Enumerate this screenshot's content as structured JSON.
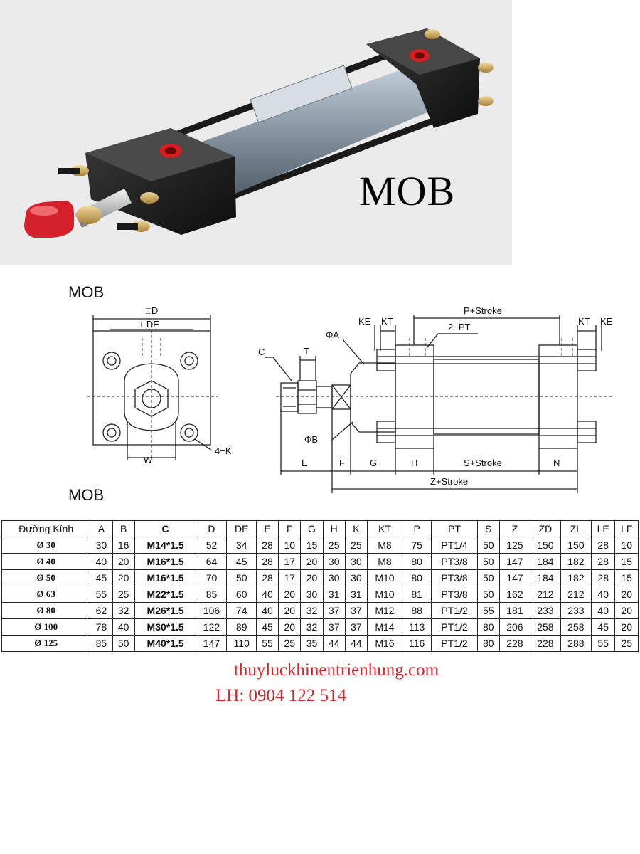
{
  "photo": {
    "title": "MOB"
  },
  "headings": {
    "top": "MOB",
    "bottom": "MOB"
  },
  "drawing": {
    "front_labels": {
      "d": "□D",
      "de": "□DE",
      "w": "W",
      "k": "4−K"
    },
    "side_labels": {
      "c": "C",
      "t": "T",
      "phi_a": "ΦA",
      "phi_b": "ΦB",
      "ke_left": "KE",
      "kt_left": "KT",
      "p_stroke": "P+Stroke",
      "pt": "2−PT",
      "kt_right": "KT",
      "ke_right": "KE",
      "e": "E",
      "f": "F",
      "g": "G",
      "h": "H",
      "s_stroke": "S+Stroke",
      "n": "N",
      "z_stroke": "Z+Stroke"
    }
  },
  "table": {
    "headers": [
      "Đường Kính",
      "A",
      "B",
      "C",
      "D",
      "DE",
      "E",
      "F",
      "G",
      "H",
      "K",
      "KT",
      "P",
      "PT",
      "S",
      "Z",
      "ZD",
      "ZL",
      "LE",
      "LF"
    ],
    "rows": [
      [
        "Ø 30",
        "30",
        "16",
        "M14*1.5",
        "52",
        "34",
        "28",
        "10",
        "15",
        "25",
        "25",
        "M8",
        "75",
        "PT1/4",
        "50",
        "125",
        "150",
        "150",
        "28",
        "10"
      ],
      [
        "Ø 40",
        "40",
        "20",
        "M16*1.5",
        "64",
        "45",
        "28",
        "17",
        "20",
        "30",
        "30",
        "M8",
        "80",
        "PT3/8",
        "50",
        "147",
        "184",
        "182",
        "28",
        "15"
      ],
      [
        "Ø 50",
        "45",
        "20",
        "M16*1.5",
        "70",
        "50",
        "28",
        "17",
        "20",
        "30",
        "30",
        "M10",
        "80",
        "PT3/8",
        "50",
        "147",
        "184",
        "182",
        "28",
        "15"
      ],
      [
        "Ø 63",
        "55",
        "25",
        "M22*1.5",
        "85",
        "60",
        "40",
        "20",
        "30",
        "31",
        "31",
        "M10",
        "81",
        "PT3/8",
        "50",
        "162",
        "212",
        "212",
        "40",
        "20"
      ],
      [
        "Ø 80",
        "62",
        "32",
        "M26*1.5",
        "106",
        "74",
        "40",
        "20",
        "32",
        "37",
        "37",
        "M12",
        "88",
        "PT1/2",
        "55",
        "181",
        "233",
        "233",
        "40",
        "20"
      ],
      [
        "Ø 100",
        "78",
        "40",
        "M30*1.5",
        "122",
        "89",
        "45",
        "20",
        "32",
        "37",
        "37",
        "M14",
        "113",
        "PT1/2",
        "80",
        "206",
        "258",
        "258",
        "45",
        "20"
      ],
      [
        "Ø 125",
        "85",
        "50",
        "M40*1.5",
        "147",
        "110",
        "55",
        "25",
        "35",
        "44",
        "44",
        "M16",
        "116",
        "PT1/2",
        "80",
        "228",
        "228",
        "288",
        "55",
        "25"
      ]
    ]
  },
  "contact": {
    "website": "thuyluckhinentrienhung.com",
    "phone": "LH: 0904 122 514"
  }
}
